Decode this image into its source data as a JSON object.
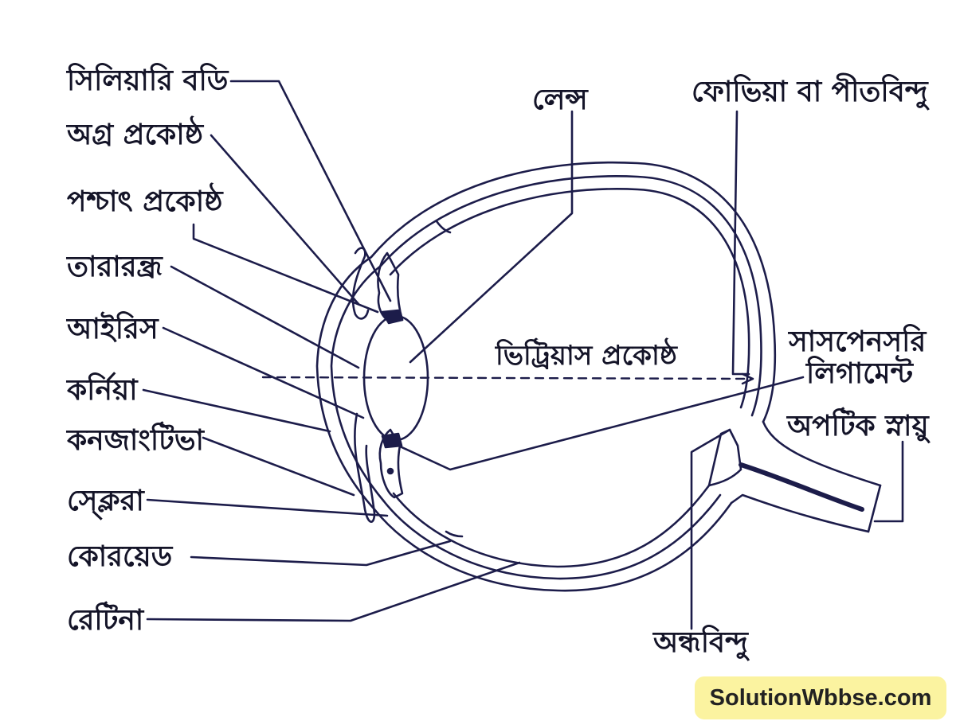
{
  "labels": {
    "ciliary_body": "সিলিয়ারি বডি",
    "anterior_chamber": "অগ্র প্রকোষ্ঠ",
    "posterior_chamber": "পশ্চাৎ প্রকোষ্ঠ",
    "pupil": "তারারন্ধ্র",
    "iris": "আইরিস",
    "cornea": "কর্নিয়া",
    "conjunctiva": "কনজাংটিভা",
    "sclera": "স্ক্লেরা",
    "choroid": "কোরয়েড",
    "retina": "রেটিনা",
    "lens": "লেন্স",
    "fovea": "ফোভিয়া বা পীতবিন্দু",
    "vitreous_chamber": "ভিট্রিয়াস প্রকোষ্ঠ",
    "suspensory_ligament_1": "সাসপেনসরি",
    "suspensory_ligament_2": "লিগামেন্ট",
    "optic_nerve": "অপটিক স্নায়ু",
    "blind_spot": "অন্ধবিন্দু"
  },
  "watermark": "SolutionWbbse.com",
  "colors": {
    "ink": "#1c1c4a",
    "label": "#141428",
    "watermark_bg": "#fbf3a0"
  }
}
